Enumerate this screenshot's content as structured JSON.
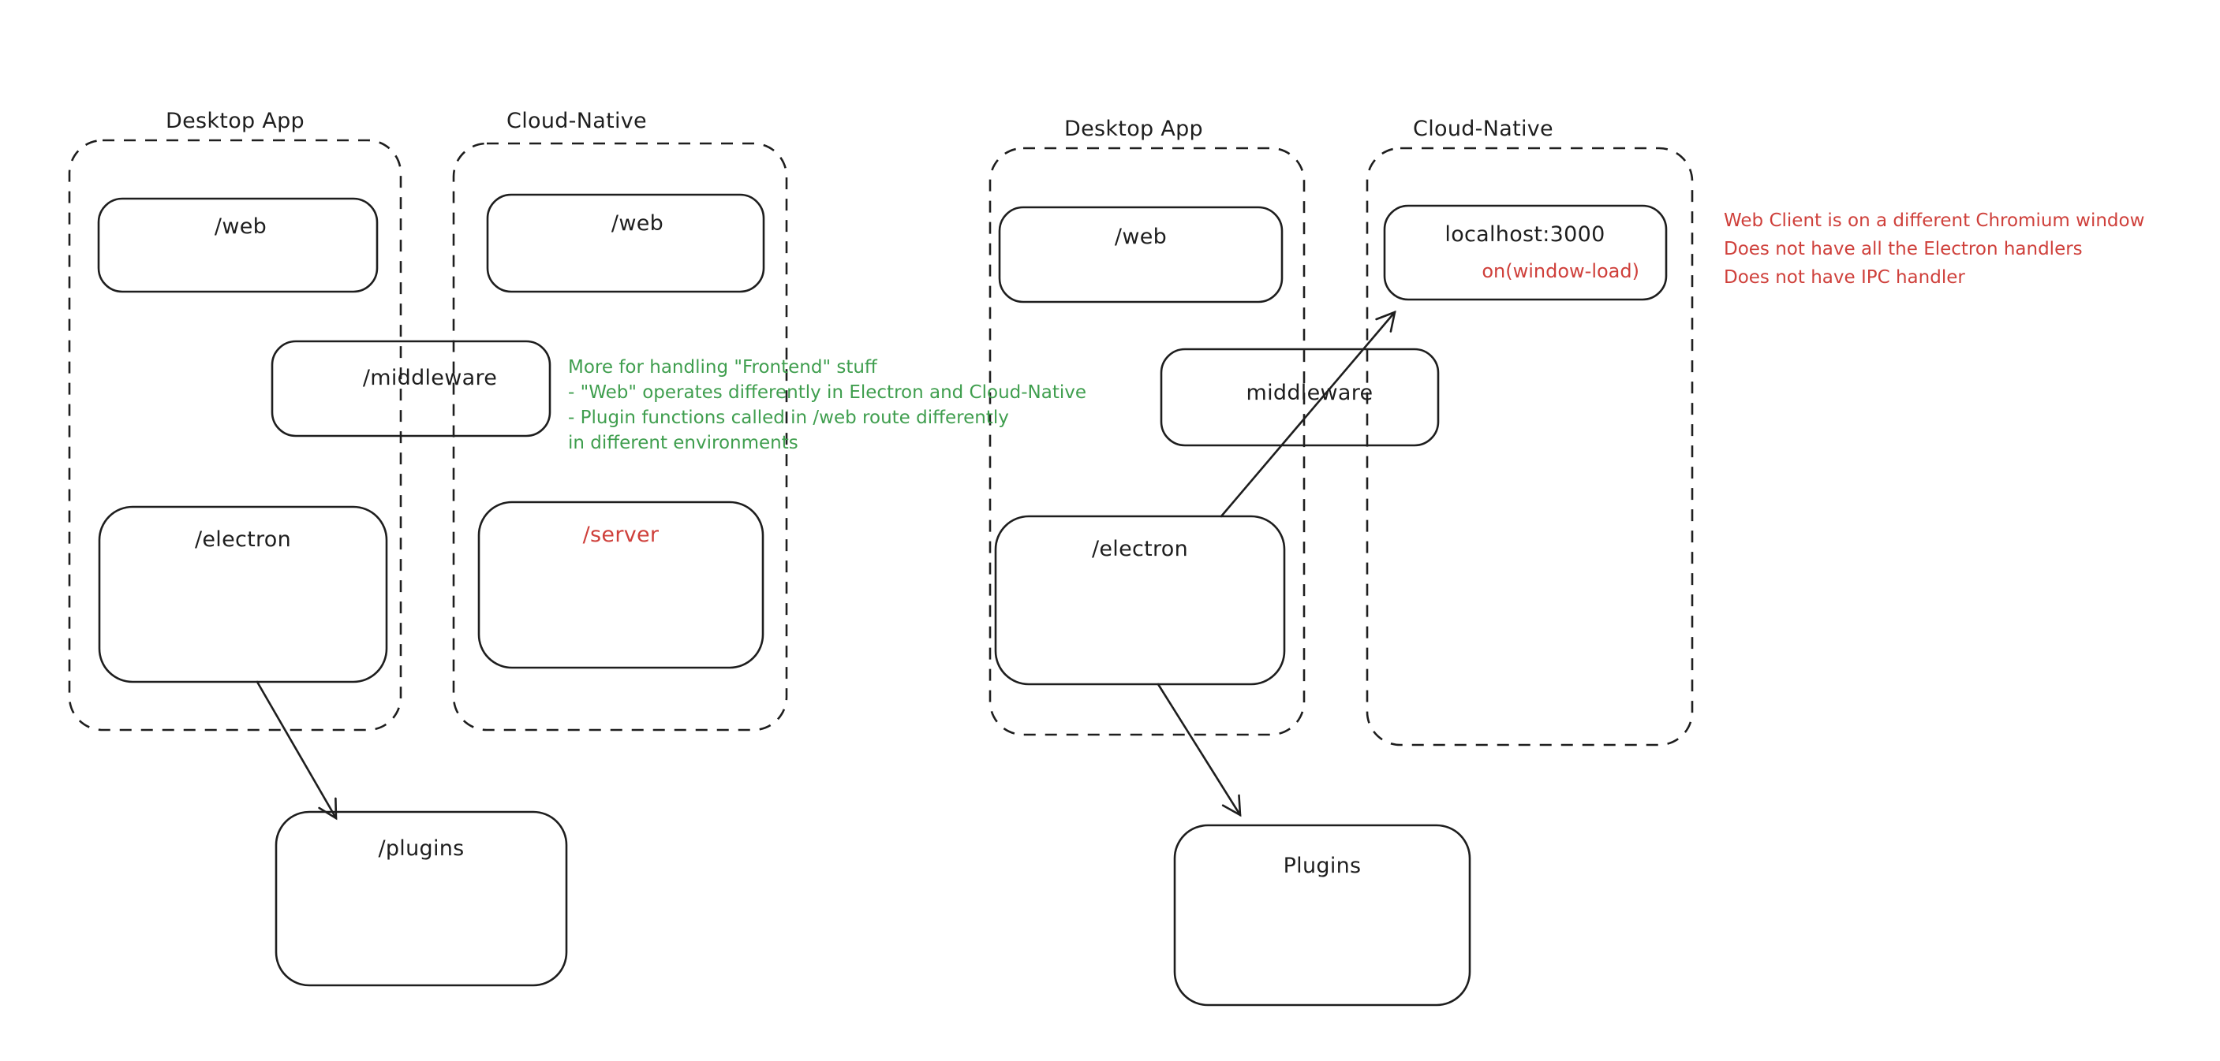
{
  "colors": {
    "stroke": "#1e1e1e",
    "red": "#cf403b",
    "green": "#3f9e4e",
    "background": "#ffffff"
  },
  "left_diagram": {
    "desktop_container_label": "Desktop App",
    "cloud_container_label": "Cloud-Native",
    "web_desktop_box": "/web",
    "web_cloud_box": "/web",
    "middleware_box": "/middleware",
    "electron_box": "/electron",
    "server_box": "/server",
    "plugins_box": "/plugins",
    "note_lines": [
      "More for handling \"Frontend\" stuff",
      "- \"Web\" operates differently in Electron and Cloud-Native",
      "- Plugin functions called in /web route differently",
      "in different environments"
    ]
  },
  "right_diagram": {
    "desktop_container_label": "Desktop App",
    "cloud_container_label": "Cloud-Native",
    "web_desktop_box": "/web",
    "localhost_box": "localhost:3000",
    "localhost_annotation": "on(window-load)",
    "middleware_box": "middleware",
    "electron_box": "/electron",
    "plugins_box": "Plugins",
    "note_lines": [
      "Web Client is on a different Chromium window",
      "Does not have all the Electron handlers",
      "Does not have IPC handler"
    ]
  }
}
